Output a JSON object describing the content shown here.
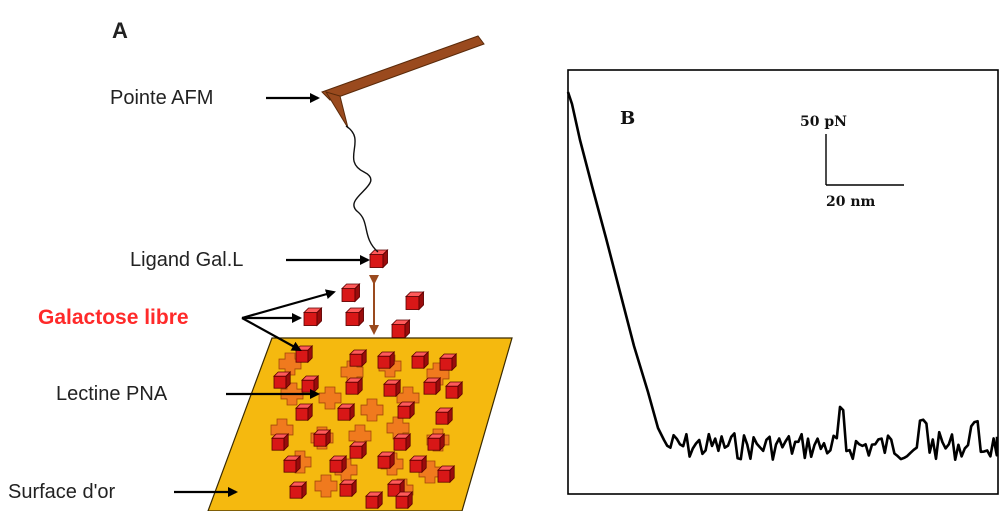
{
  "panel_a": {
    "letter": "A",
    "labels": {
      "tip": "Pointe AFM",
      "ligand": "Ligand Gal.L",
      "free_galactose": "Galactose libre",
      "lectin": "Lectine PNA",
      "surface": "Surface d'or"
    }
  },
  "panel_b": {
    "letter": "B",
    "scale_force": "50 pN",
    "scale_distance": "20 nm"
  },
  "colors": {
    "gold_surface": "#f5b90f",
    "lectin": "#f07a1e",
    "galactose_cube": "#d81717",
    "cantilever": "#9a4a1e",
    "label_red": "#ff2a2a",
    "trace": "#000000"
  }
}
